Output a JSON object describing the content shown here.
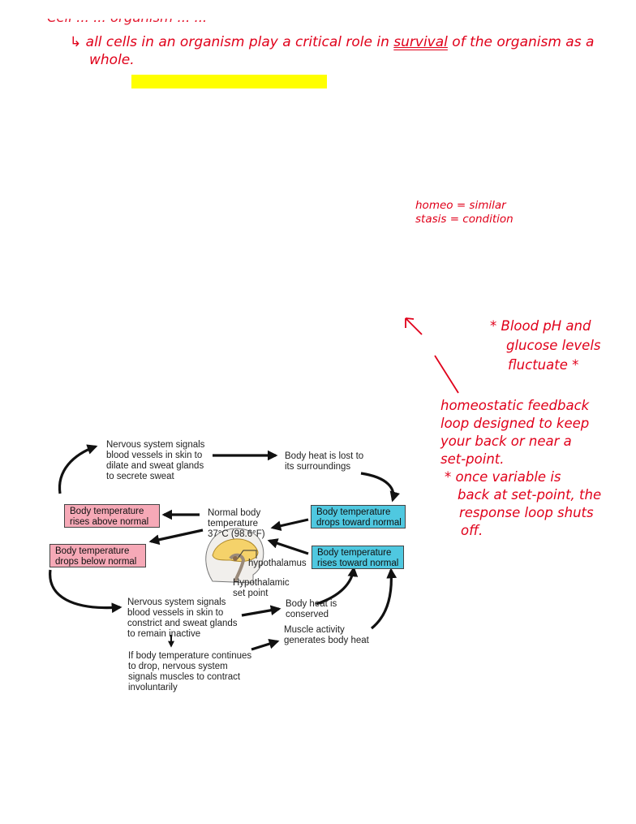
{
  "notes": {
    "top_cut_line": "Cell ... ... organism ... ...",
    "line1_prefix": "↳ all cells in an organism play a critical role in ",
    "line1_keyword": "survival",
    "line1_suffix": " of the organism as a",
    "line2": "whole.",
    "homeo": "homeo = similar",
    "stasis": "stasis = condition",
    "blood_ph_1": "* Blood pH and",
    "blood_ph_2": "glucose levels",
    "blood_ph_3": "fluctuate *",
    "feedback_1": "homeostatic feedback",
    "feedback_2": "loop designed to keep",
    "feedback_3": "your back or near a",
    "feedback_4": "set-point.",
    "setpoint_1": "* once variable is",
    "setpoint_2": "back at set-point, the",
    "setpoint_3": "response loop shuts",
    "setpoint_4": "off."
  },
  "diagram": {
    "top_signals": [
      "Nervous system signals",
      "blood vessels in skin to",
      "dilate and sweat glands",
      "to secrete sweat"
    ],
    "heat_lost": [
      "Body heat is lost to",
      "its surroundings"
    ],
    "rises_above": [
      "Body temperature",
      "rises above normal"
    ],
    "drops_toward": [
      "Body temperature",
      "drops toward normal"
    ],
    "normal_temp": [
      "Normal body",
      "temperature",
      "37°C (98.6°F)"
    ],
    "drops_below": [
      "Body temperature",
      "drops below normal"
    ],
    "rises_toward": [
      "Body temperature",
      "rises toward normal"
    ],
    "hypothalamus": "hypothalamus",
    "set_point": [
      "Hypothalamic",
      "set point"
    ],
    "bottom_signals": [
      "Nervous system signals",
      "blood vessels in skin to",
      "constrict and sweat glands",
      "to remain inactive"
    ],
    "heat_conserved": [
      "Body heat is",
      "conserved"
    ],
    "muscle": [
      "Muscle activity",
      "generates body heat"
    ],
    "continue_drop": [
      "If body temperature continues",
      "to drop, nervous system",
      "signals muscles to contract",
      "involuntarily"
    ]
  },
  "colors": {
    "ink": "#e0001a",
    "highlight": "#ffff00",
    "pink_box": "#f6a9b7",
    "cyan_box": "#4fc8e0"
  }
}
